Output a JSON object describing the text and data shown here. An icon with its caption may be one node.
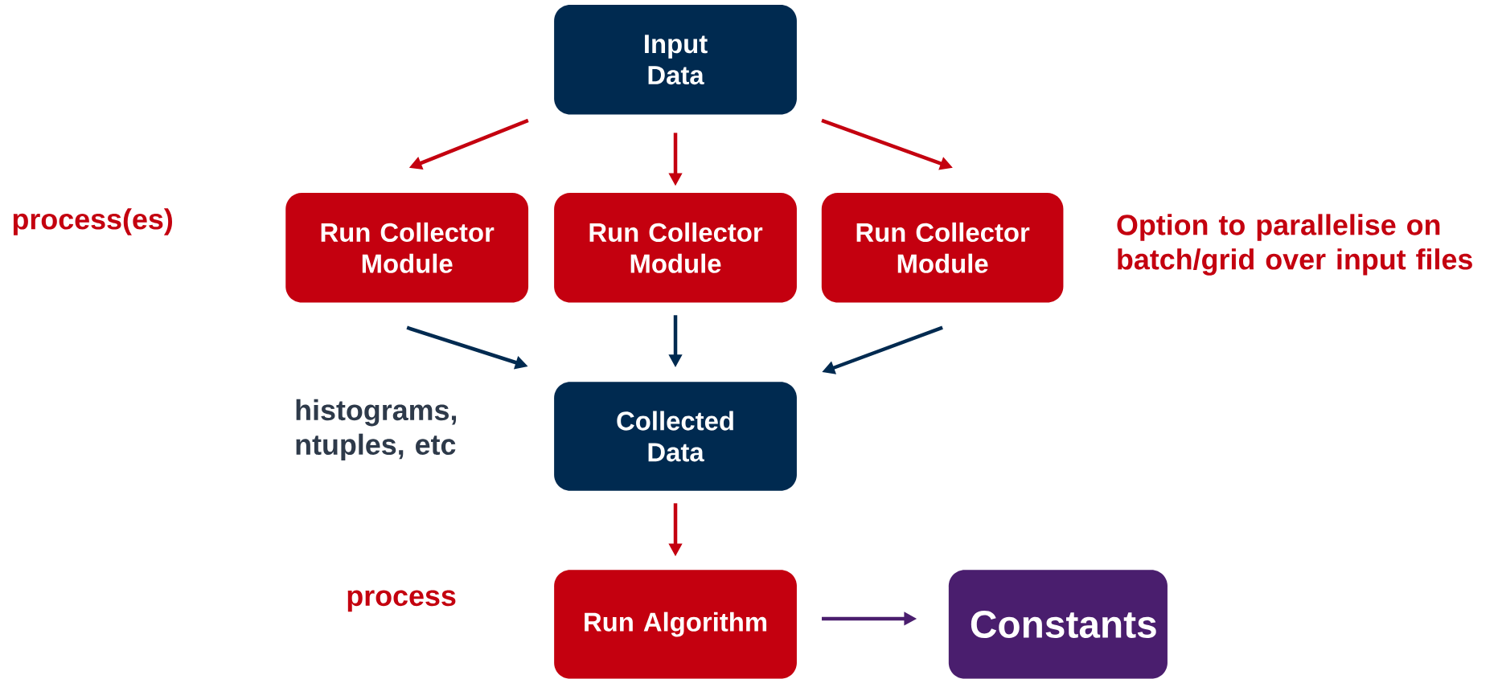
{
  "diagram": {
    "nodes": [
      {
        "text": [
          "Input Data"
        ]
      },
      {
        "text": [
          "Run Collector Module"
        ]
      },
      {
        "text": [
          "Run Collector Module"
        ]
      },
      {
        "text": [
          "Run Collector Module"
        ]
      },
      {
        "text": [
          "Collected Data"
        ]
      },
      {
        "text": [
          "Run Algorithm"
        ]
      },
      {
        "text": [
          "Constants"
        ]
      }
    ],
    "edges": [
      {
        "from": 0,
        "to": 1,
        "arrow": "to"
      },
      {
        "from": 0,
        "to": 2,
        "arrow": "to"
      },
      {
        "from": 0,
        "to": 3,
        "arrow": "to"
      },
      {
        "from": 1,
        "to": 4,
        "arrow": "to",
        "color": "#002a50"
      },
      {
        "from": 2,
        "to": 4,
        "arrow": "to",
        "color": "#002a50"
      },
      {
        "from": 3,
        "to": 4,
        "arrow": "to",
        "color": "#002a50"
      },
      {
        "from": 4,
        "to": 5,
        "arrow": "to"
      },
      {
        "from": 5,
        "to": 6,
        "arrow": "to",
        "color": "#4a1e6e"
      }
    ],
    "labels": [
      "process(es)",
      "Option to parallelise on batch/grid over input files",
      "histograms, ntuples, etc",
      "process"
    ]
  }
}
